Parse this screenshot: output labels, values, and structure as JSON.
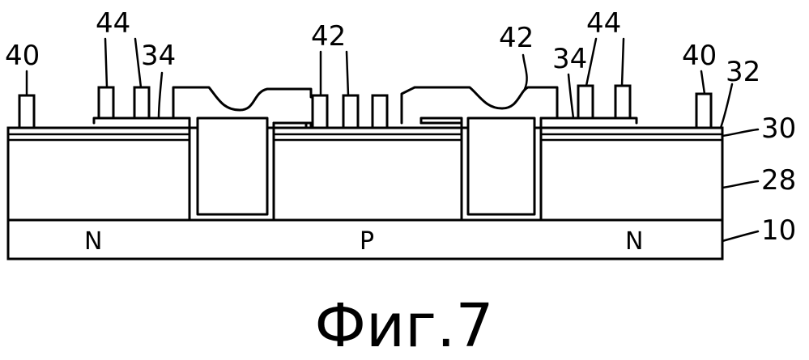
{
  "caption": "Фиг.7",
  "regions": {
    "left": "N",
    "center": "P",
    "right": "N"
  },
  "callouts": {
    "l40_left": "40",
    "l44_left": "44",
    "l34_left": "34",
    "l42_left": "42",
    "l42_right": "42",
    "l34_right": "34",
    "l44_right": "44",
    "l40_right": "40",
    "l32": "32",
    "l30": "30",
    "l28": "28",
    "l10": "10"
  }
}
